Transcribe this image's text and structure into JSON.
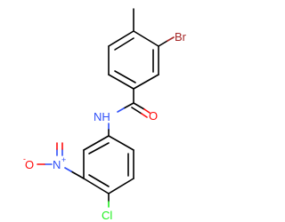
{
  "labels": {
    "bromine": "Br",
    "amide_oxygen": "O",
    "amide_nh": "NH",
    "nitro_nitrogen": "N",
    "nitro_plus": "+",
    "nitro_oxygen": "O",
    "nitro_minus": "-",
    "chlorine": "Cl"
  },
  "colors": {
    "carbon": "#000000",
    "oxygen": "#ff0d0d",
    "nitrogen": "#3050f8",
    "bromine": "#a62929",
    "chlorine": "#1ff01f"
  }
}
